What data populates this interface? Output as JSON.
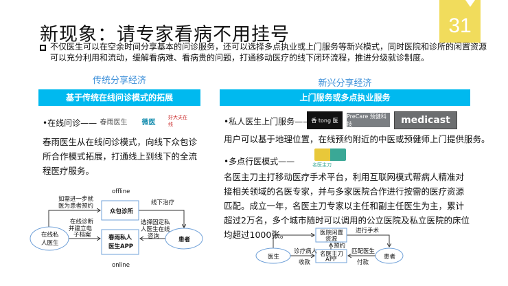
{
  "slide_number": "31",
  "title": "新现象：请专家看病不用挂号",
  "intro": "不仅医生可以在空余时间分享基本的问诊服务，还可以选择多点执业或上门服务等新兴模式，同时医院和诊所的闲置资源可以充分利用和流动，缓解看病难、看病贵的问题，打通移动医疗的线下闭环流程，推进分级就诊制度。",
  "left": {
    "heading": "传统分享经济",
    "bar": "基于传统在线问诊模式的拓展",
    "item": "•在线问诊——",
    "logos": [
      "春雨医生",
      "微医",
      "好大夫在线"
    ],
    "paragraph": "春雨医生从在线问诊模式，向线下众包诊所合作模式拓展，打通线上到线下的全流程医疗服务。",
    "diagram": {
      "offline": "offline",
      "online": "online",
      "box1": "众包诊所",
      "box2a": "春雨私人",
      "box2b": "医生APP",
      "doctor_a": "在线私",
      "doctor_b": "人医生",
      "patient": "患者",
      "l1a": "如需进一步就",
      "l1b": "医为患者预约",
      "l2a": "在线诊断",
      "l2b": "并建立电",
      "l2c": "子档案",
      "l3": "线下治疗",
      "l4a": "选择固定私",
      "l4b": "人医生在线",
      "l4c": "咨询"
    }
  },
  "right": {
    "heading": "新兴分享经济",
    "bar": "上门服务或多点执业服务",
    "item1": "•私人医生上门服务——",
    "logos1": [
      "香 tong 医",
      "PreCare 预健科技",
      "medicast"
    ],
    "text1": "用户可以基于地理位置，在线预约附近的中医或预健师上门提供服务。",
    "item2": "•多点行医模式——",
    "logo2": "名医主刀",
    "paragraph": "名医主刀主打移动医疗手术平台，利用互联网模式帮病人精准对接相关领域的名医专家，并与多家医院合作进行按需的医疗资源匹配。成立一年，名医主刀专家以主任和副主任医生为主，累计超过2万名，多个城市随时可以调用的公立医院及私立医院的床位均超过1000张。",
    "diagram": {
      "box1a": "医院闲置",
      "box1b": "资源",
      "box2a": "名医主刀",
      "box2b": "APP",
      "doctor": "医生",
      "patient": "患者",
      "l1": "进行手术",
      "l2": "预约",
      "l3": "诊疗病人",
      "l4": "收款",
      "l5": "匹配医生",
      "l6": "付款"
    }
  },
  "colors": {
    "accent": "#00b9ef",
    "heading": "#3a8ed8",
    "badge": "#f1dc5c"
  }
}
